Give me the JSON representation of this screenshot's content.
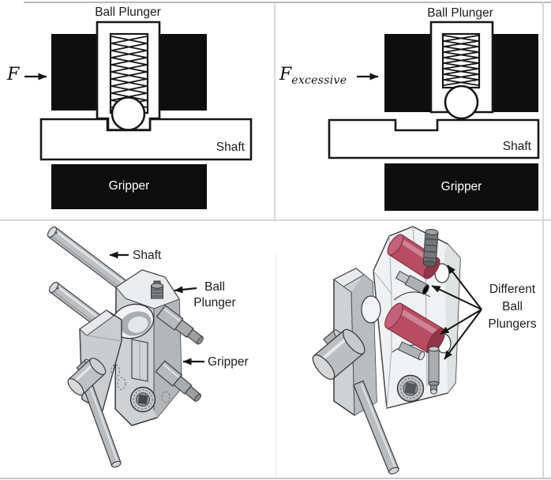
{
  "figure": {
    "top_left": {
      "title": "Ball Plunger",
      "force": "F",
      "shaft": "Shaft",
      "gripper": "Gripper"
    },
    "top_right": {
      "title": "Ball Plunger",
      "force": "F",
      "force_sub": "excessive",
      "shaft": "Shaft",
      "gripper": "Gripper"
    },
    "bottom_left": {
      "shaft": "Shaft",
      "ball_plunger_line1": "Ball",
      "ball_plunger_line2": "Plunger",
      "gripper": "Gripper"
    },
    "bottom_right": {
      "label_line1": "Different",
      "label_line2": "Ball",
      "label_line3": "Plungers"
    },
    "colors": {
      "ink": "#1a1a1a",
      "black_fill": "#0e0e0e",
      "cad_grey": "#ccd0d3",
      "plunger_red": "#b84d62",
      "divider": "#d8dadc"
    }
  }
}
